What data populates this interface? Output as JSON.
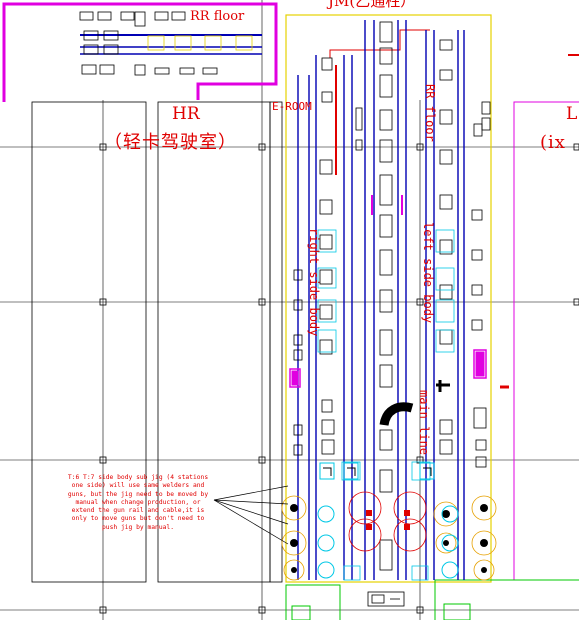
{
  "labels": {
    "rr_floor_top": "RR floor",
    "jm_top": "JM(乙通柱）",
    "hr": "HR",
    "hr_cn": "（轻卡驾驶室）",
    "e_room": "E-ROOM",
    "right_edge_l": "L",
    "right_edge_ix": "(ix",
    "rr_floor_vertical": "RR floor",
    "right_side_body": "right side body",
    "left_side_body": "left side body",
    "main_line": "main line"
  },
  "note": "T:6 T:7 side body sub jig (4 stations one side) will use same welders and guns, but the jig need to be moved by manual when change production, or extend the gun rail and cable,it is only to move guns but don't need to push jig by manual.",
  "colors": {
    "dimension_red": "#e00000",
    "boundary_magenta": "#e000e0",
    "conveyor_blue": "#0000b4",
    "area_yellow": "#e6d200",
    "floor_green": "#00c800",
    "robot_cyan": "#00c8e6",
    "grid_black": "#000000"
  }
}
